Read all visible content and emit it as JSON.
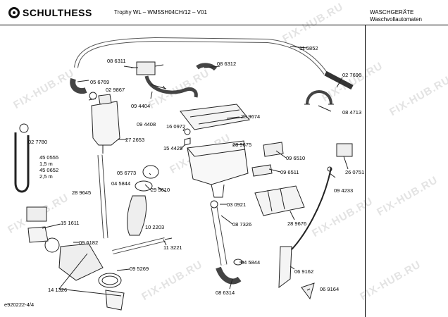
{
  "header": {
    "brand": "SCHULTHESS",
    "model": "Trophy WL – WM5SH04CH/12 – V01",
    "category": "WASCHGERÄTE",
    "subcategory": "Waschvollautomaten"
  },
  "watermark": "FIX-HUB.RU",
  "footer": "e920222-4/4",
  "parts": {
    "p086311": "08 6311",
    "p086312": "08 6312",
    "p115852": "11 5852",
    "p027696": "02 7696",
    "p056769": "05 6769",
    "p029867": "02 9867",
    "p094404": "09 4404",
    "p084713": "08 4713",
    "p094408": "09 4408",
    "p160972": "16 0972",
    "p289674": "28 9674",
    "p027780": "02 7780",
    "p272653": "27 2653",
    "p154425": "15 4425",
    "p289675": "28 9675",
    "p096510": "09 6510",
    "p455055": "45 0555",
    "m15": "1,5 m",
    "p450652": "45 0652",
    "m25": "2,5 m",
    "p056773": "05 6773",
    "p045844": "04 5844",
    "p096511": "09 6511",
    "p260751": "26 0751",
    "p289645": "28 9645",
    "p295610": "29 5610",
    "p094233": "09 4233",
    "p030921": "03 0921",
    "p087326": "08 7326",
    "p289676": "28 9676",
    "p151611": "15 1611",
    "p102203": "10 2203",
    "p096182": "09 6182",
    "p113221": "11 3221",
    "p045844b": "04 5844",
    "p069162": "06 9162",
    "p095269": "09 5269",
    "p141326": "14 1326",
    "p086314": "08 6314",
    "p069164": "06 9164"
  }
}
